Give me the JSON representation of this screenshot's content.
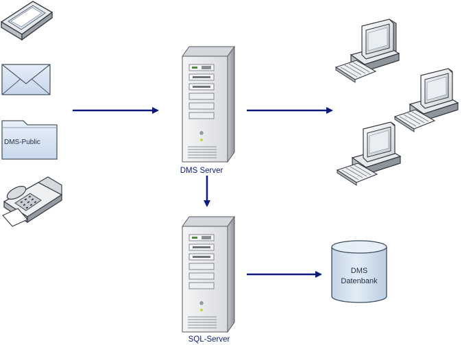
{
  "diagram": {
    "sources": {
      "folder_label": "DMS-Public"
    },
    "dms_server": {
      "label": "DMS Server"
    },
    "sql_server": {
      "label": "SQL-Server"
    },
    "database": {
      "line1": "DMS",
      "line2": "Datenbank"
    },
    "icons": [
      "scanner-icon",
      "mail-icon",
      "folder-icon",
      "fax-icon",
      "server-icon",
      "database-icon",
      "workstation-icon"
    ],
    "colors": {
      "arrow": "#0c1a7d",
      "label_text": "#0c1a7d",
      "icon_blue": "#dbe7f4",
      "icon_outline": "#3a4a5e",
      "database_fill": "#d7e4f1",
      "server_front": "#e6e8eb",
      "server_side": "#a7aab0"
    }
  }
}
